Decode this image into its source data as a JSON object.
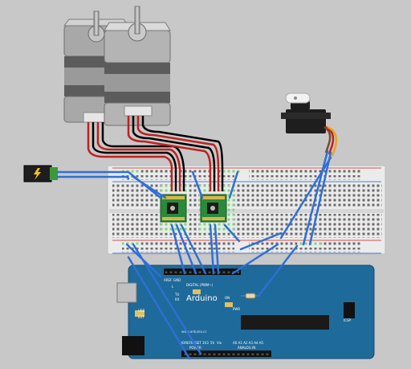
{
  "diagram": {
    "background": "#c8c8c8",
    "wire_color": "#2f6fd6",
    "motor_wire_colors": [
      "#c02020",
      "#000000"
    ],
    "colors": {
      "arduino": "#1e6a9b",
      "breadboard": "#ebebeb",
      "driver": "#2a8a3a",
      "power_rail_red": "#d05050",
      "power_rail_blue": "#5080d0"
    }
  },
  "components": {
    "stepper_motors": [
      {
        "name": "stepper-motor-1",
        "icon": "stepper-motor-icon"
      },
      {
        "name": "stepper-motor-2",
        "icon": "stepper-motor-icon"
      }
    ],
    "servo": {
      "name": "servo-motor",
      "icon": "servo-icon"
    },
    "power_jack": {
      "name": "dc-power-jack",
      "icon": "lightning-icon"
    },
    "drivers": [
      {
        "name": "stepper-driver-1"
      },
      {
        "name": "stepper-driver-2"
      }
    ],
    "breadboard": {
      "name": "breadboard"
    }
  },
  "arduino": {
    "logo": "Arduino",
    "website": "www.arduino.cc",
    "labels": {
      "aref": "AREF",
      "gnd": "GND",
      "digital_header": "DIGITAL (PWM~)",
      "l": "L",
      "tx": "TX",
      "rx": "RX",
      "on": "ON",
      "pwr": "PWR",
      "icsp": "ICSP",
      "power": "POWER",
      "analog_in": "ANALOG IN",
      "ioref": "IOREF",
      "reset": "RESET",
      "v33": "3V3",
      "v5": "5V",
      "vin": "Vin",
      "usb": "USB",
      "ext": "EXT",
      "pins_analog": "A0 A1 A2 A3 A4 A5"
    }
  }
}
